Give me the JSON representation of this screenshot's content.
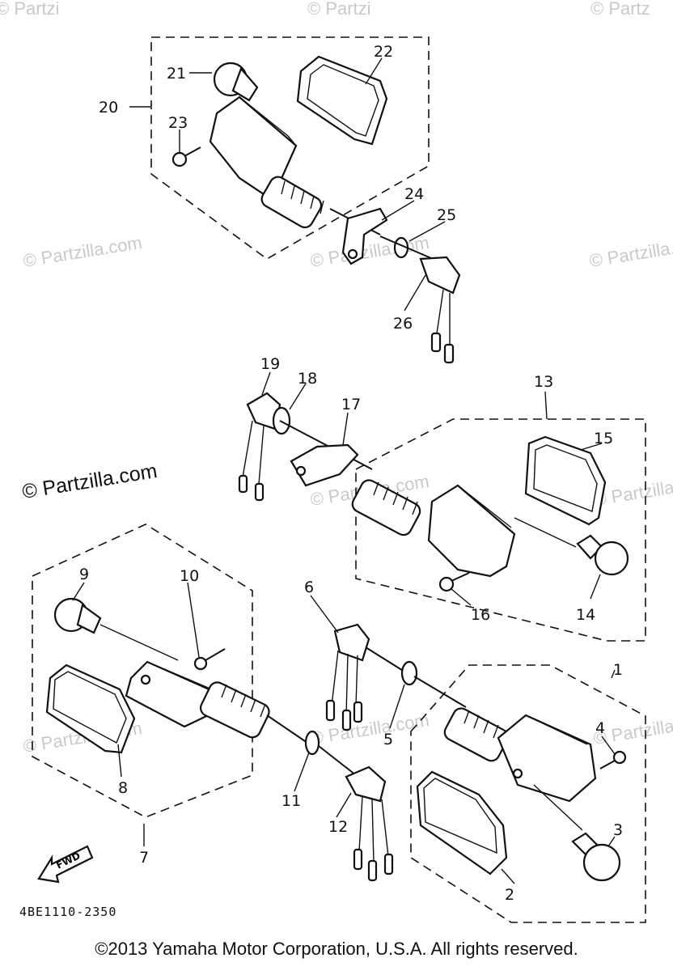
{
  "watermark": {
    "text": "© Partzilla.com",
    "top_partial": [
      "© Partzi",
      "© Partzi",
      "© Partz"
    ]
  },
  "callouts": [
    "1",
    "2",
    "3",
    "4",
    "5",
    "6",
    "7",
    "8",
    "9",
    "10",
    "11",
    "12",
    "13",
    "14",
    "15",
    "16",
    "17",
    "18",
    "19",
    "20",
    "21",
    "22",
    "23",
    "24",
    "25",
    "26"
  ],
  "direction_marker": "FWD",
  "diagram_code": "4BE1110-2350",
  "copyright": "©2013  Yamaha Motor Corporation, U.S.A. All rights reserved."
}
